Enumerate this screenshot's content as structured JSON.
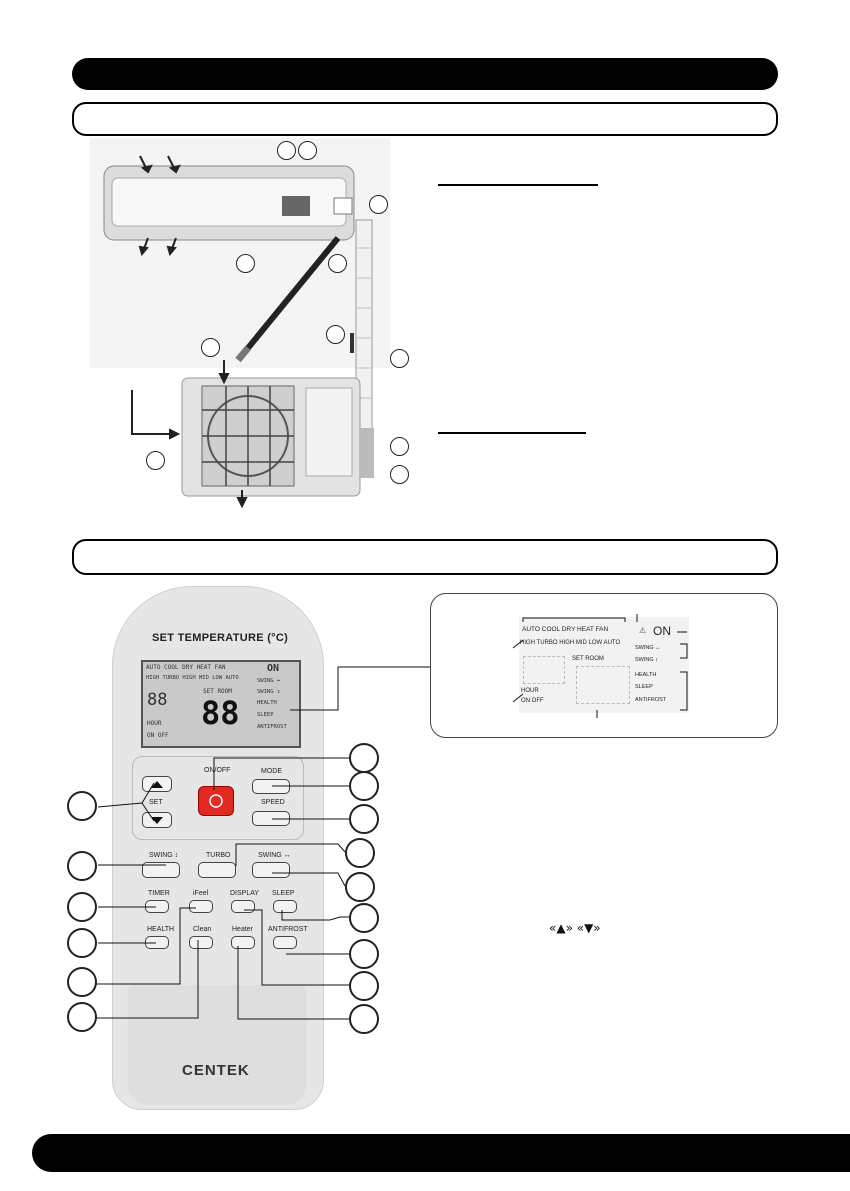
{
  "remote": {
    "set_temperature": "SET TEMPERATURE (°C)",
    "brand": "CENTEK",
    "lcd": {
      "mode_row": "AUTO COOL DRY HEAT FAN",
      "speed_row": "HIGH TURBO HIGH MID LOW AUTO",
      "on": "ON",
      "set_room": "SET ROOM",
      "small_digits": "88",
      "big_digits": "88",
      "hour": "HOUR",
      "on_off": "ON OFF",
      "right_labels": [
        "SWING ↔",
        "SWING ↕",
        "HEALTH",
        "SLEEP",
        "ANTIFROST"
      ]
    },
    "buttons": {
      "onoff": "ON/OFF",
      "mode": "MODE",
      "speed": "SPEED",
      "set": "SET",
      "swing_v": "SWING ↕",
      "turbo": "TURBO",
      "swing_h": "SWING ↔",
      "timer": "TIMER",
      "feel": "iFeel",
      "display": "DISPLAY",
      "sleep": "SLEEP",
      "health": "HEALTH",
      "clean": "Clean",
      "heater": "Heater",
      "antifrost": "ANTIFROST"
    }
  },
  "display_detail": {
    "mode_row": "AUTO COOL DRY HEAT FAN",
    "on": "ON",
    "speed_row": "HIGH TURBO HIGH MID LOW AUTO",
    "set_room": "SET ROOM",
    "hour": "HOUR",
    "on_off": "ON OFF",
    "right_labels": [
      "SWING ↔",
      "SWING ↕",
      "HEALTH",
      "SLEEP",
      "ANTIFROST"
    ]
  },
  "note": {
    "arrows": "«▲» «▼»"
  }
}
